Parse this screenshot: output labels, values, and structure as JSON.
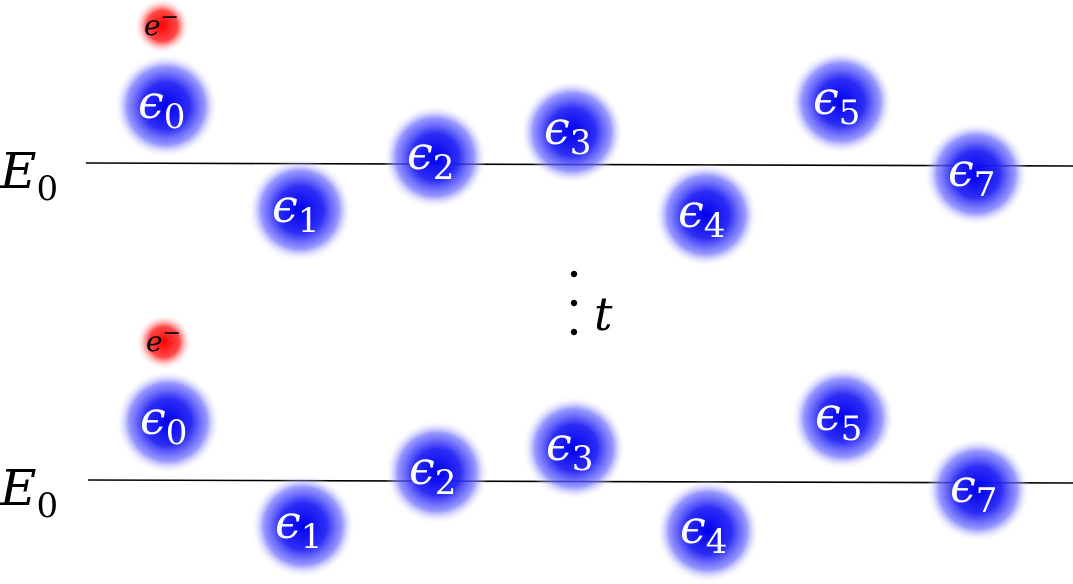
{
  "diagram": {
    "colors": {
      "site": "#1a1aff",
      "electron": "#ff2222",
      "line": "#000000",
      "background": "#ffffff"
    },
    "time_symbol": "t",
    "panels": [
      {
        "id": "top",
        "level_label": {
          "main": "E",
          "sub": "0"
        },
        "electron_label": {
          "main": "e",
          "sup": "−"
        },
        "electron_on_site": 0,
        "sites": [
          {
            "symbol": "ϵ",
            "index": "0"
          },
          {
            "symbol": "ϵ",
            "index": "1"
          },
          {
            "symbol": "ϵ",
            "index": "2"
          },
          {
            "symbol": "ϵ",
            "index": "3"
          },
          {
            "symbol": "ϵ",
            "index": "4"
          },
          {
            "symbol": "ϵ",
            "index": "5"
          },
          {
            "symbol": "ϵ",
            "index": "7"
          }
        ]
      },
      {
        "id": "bottom",
        "level_label": {
          "main": "E",
          "sub": "0"
        },
        "electron_label": {
          "main": "e",
          "sup": "−"
        },
        "electron_on_site": 0,
        "sites": [
          {
            "symbol": "ϵ",
            "index": "0"
          },
          {
            "symbol": "ϵ",
            "index": "1"
          },
          {
            "symbol": "ϵ",
            "index": "2"
          },
          {
            "symbol": "ϵ",
            "index": "3"
          },
          {
            "symbol": "ϵ",
            "index": "4"
          },
          {
            "symbol": "ϵ",
            "index": "5"
          },
          {
            "symbol": "ϵ",
            "index": "7"
          }
        ]
      }
    ]
  }
}
